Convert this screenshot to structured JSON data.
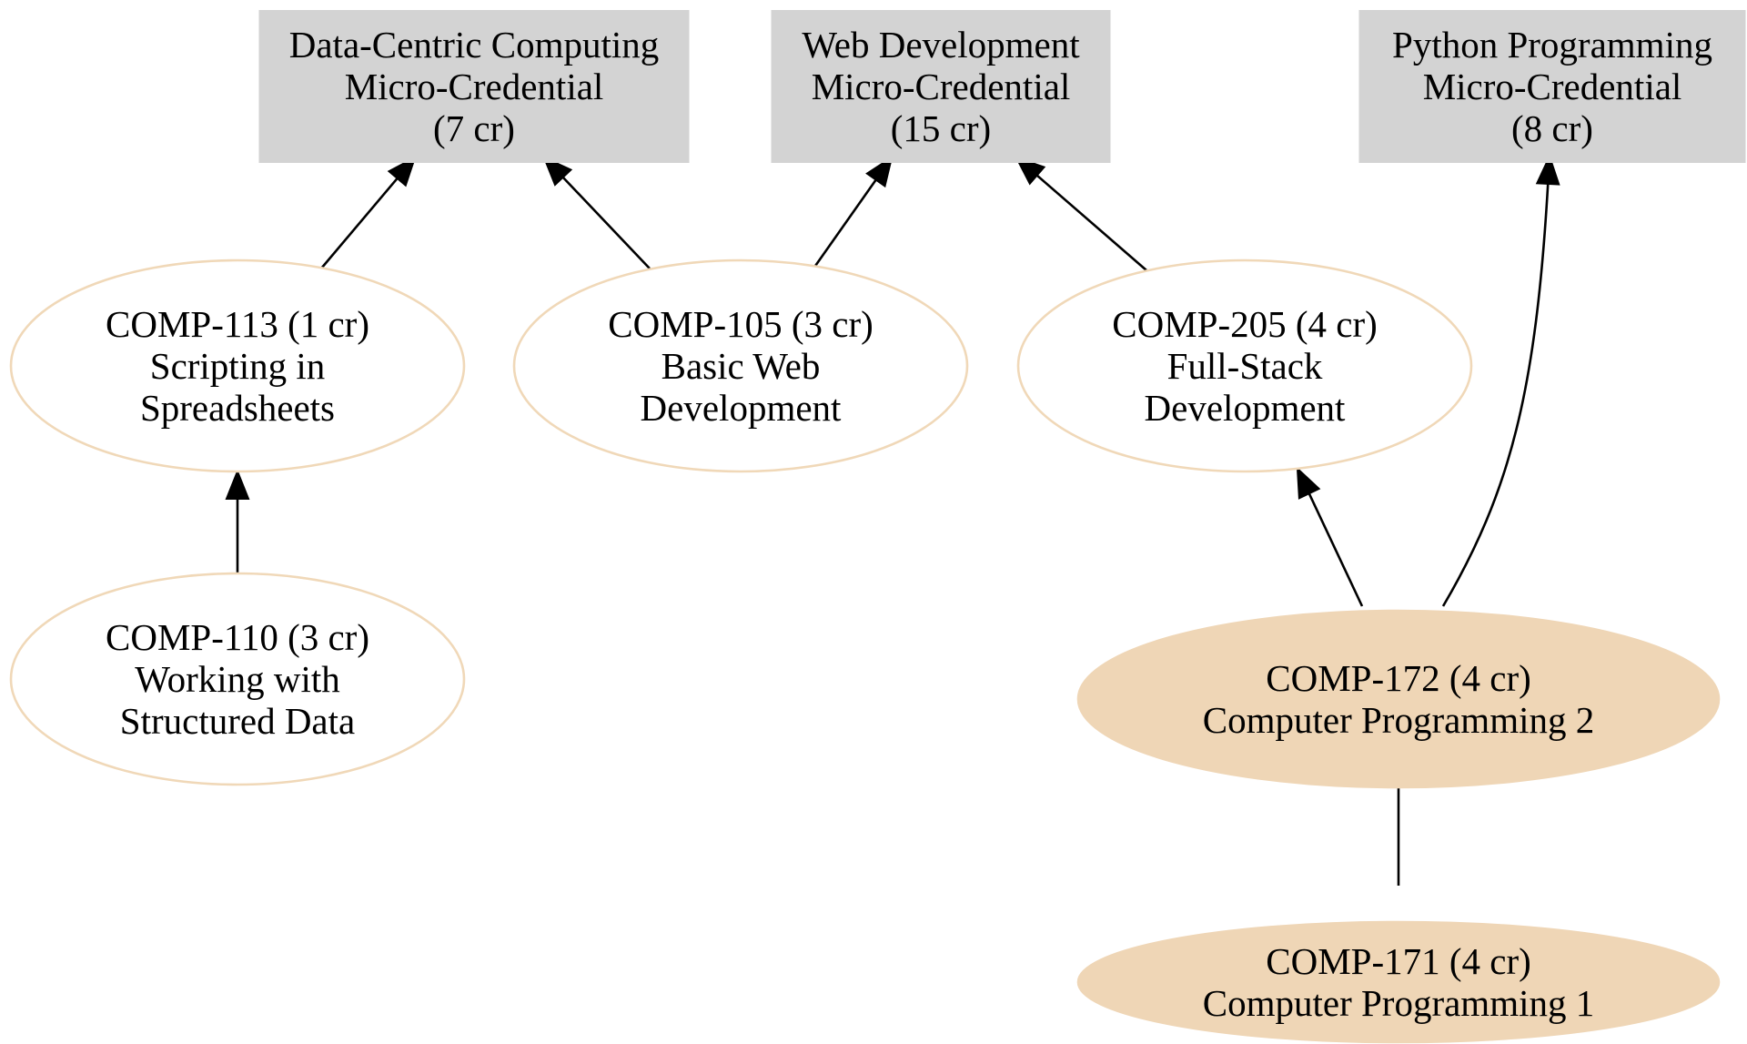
{
  "colors": {
    "credential_fill": "#d3d3d3",
    "course_outline": "#f0d8b8",
    "course_filled": "#efd6b6",
    "edge": "#000000",
    "text": "#000000",
    "background": "#ffffff"
  },
  "credentials": [
    {
      "id": "data-centric",
      "lines": [
        "Data-Centric Computing",
        "Micro-Credential",
        "(7 cr)"
      ]
    },
    {
      "id": "web-dev",
      "lines": [
        "Web Development",
        "Micro-Credential",
        "(15 cr)"
      ]
    },
    {
      "id": "python",
      "lines": [
        "Python Programming",
        "Micro-Credential",
        "(8 cr)"
      ]
    }
  ],
  "courses": [
    {
      "id": "comp-113",
      "style": "outline",
      "lines": [
        "COMP-113 (1 cr)",
        "Scripting in",
        "Spreadsheets"
      ]
    },
    {
      "id": "comp-105",
      "style": "outline",
      "lines": [
        "COMP-105 (3 cr)",
        "Basic Web",
        "Development"
      ]
    },
    {
      "id": "comp-205",
      "style": "outline",
      "lines": [
        "COMP-205 (4 cr)",
        "Full-Stack",
        "Development"
      ]
    },
    {
      "id": "comp-110",
      "style": "outline",
      "lines": [
        "COMP-110 (3 cr)",
        "Working with",
        "Structured Data"
      ]
    },
    {
      "id": "comp-172",
      "style": "filled",
      "lines": [
        "COMP-172 (4 cr)",
        "Computer Programming 2"
      ]
    },
    {
      "id": "comp-171",
      "style": "filled",
      "lines": [
        "COMP-171 (4 cr)",
        "Computer Programming 1"
      ]
    }
  ],
  "edges": [
    {
      "from": "comp-113",
      "to": "data-centric"
    },
    {
      "from": "comp-105",
      "to": "data-centric"
    },
    {
      "from": "comp-105",
      "to": "web-dev"
    },
    {
      "from": "comp-205",
      "to": "web-dev"
    },
    {
      "from": "comp-110",
      "to": "comp-113"
    },
    {
      "from": "comp-172",
      "to": "comp-205"
    },
    {
      "from": "comp-172",
      "to": "python"
    },
    {
      "from": "comp-171",
      "to": "comp-172"
    }
  ]
}
